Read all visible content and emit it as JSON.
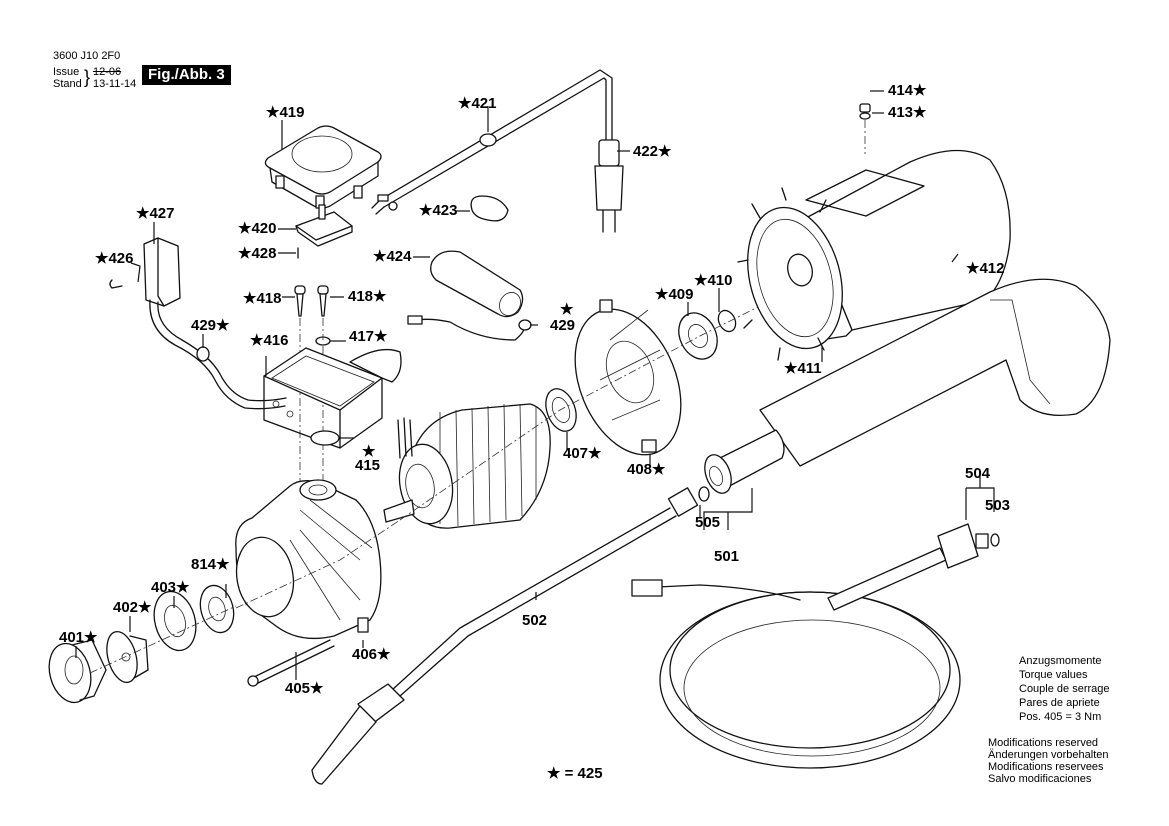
{
  "header": {
    "doc_number": "3600 J10 2F0",
    "issue_label": "Issue",
    "issue_value": "12-06",
    "stand_label": "Stand",
    "stand_value": "13-11-14",
    "figure_label": "Fig./Abb. 3"
  },
  "parts": {
    "p401": "401★",
    "p402": "402★",
    "p403": "403★",
    "p405": "405★",
    "p406": "406★",
    "p407": "407★",
    "p408": "408★",
    "p409": "★409",
    "p410": "★410",
    "p411": "★411",
    "p412": "★412",
    "p413": "413★",
    "p414": "414★",
    "p415": "415",
    "p415_star": "★",
    "p416": "★416",
    "p417": "417★",
    "p418a": "★418",
    "p418b": "418★",
    "p419": "★419",
    "p420": "★420",
    "p421": "★421",
    "p422": "422★",
    "p423": "★423",
    "p424": "★424",
    "p426": "★426",
    "p427": "★427",
    "p428": "★428",
    "p429a": "429★",
    "p429b": "429",
    "p429b_star": "★",
    "p501": "501",
    "p502": "502",
    "p503": "503",
    "p504": "504",
    "p505": "505",
    "p814": "814★"
  },
  "legend": {
    "star_note": "★ = 425"
  },
  "torque": {
    "lines": [
      "Anzugsmomente",
      "Torque values",
      "Couple de serrage",
      "Pares de apriete",
      "Pos. 405 = 3 Nm"
    ]
  },
  "modifications": {
    "lines": [
      "Modifications reserved",
      "Änderungen vorbehalten",
      "Modifications reservees",
      "Salvo modificaciones"
    ]
  }
}
